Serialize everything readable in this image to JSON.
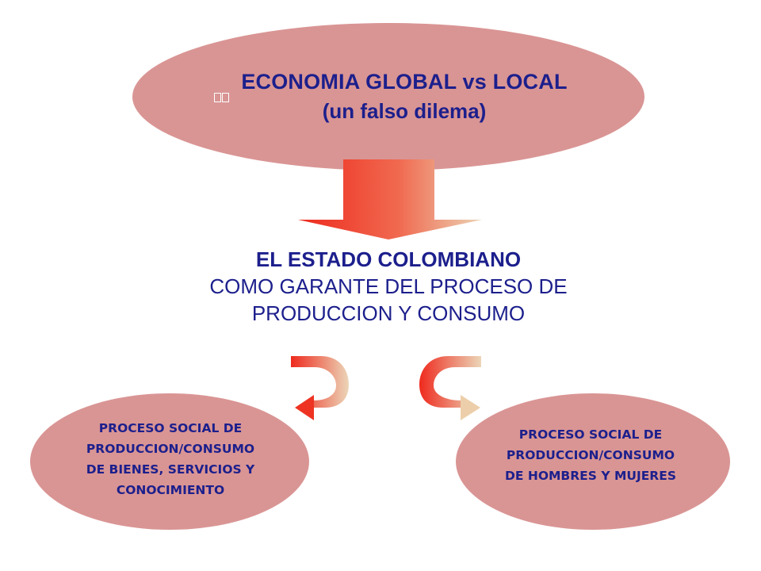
{
  "top_ellipse": {
    "title": "ECONOMIA GLOBAL vs LOCAL",
    "subtitle": "(un falso dilema)"
  },
  "center": {
    "title": "EL ESTADO COLOMBIANO",
    "line1": "COMO GARANTE DEL PROCESO DE",
    "line2": "PRODUCCION Y CONSUMO"
  },
  "bottom_left": {
    "line1": "PROCESO SOCIAL DE",
    "line2": "PRODUCCION/CONSUMO",
    "line3": "DE BIENES, SERVICIOS Y",
    "line4": "CONOCIMIENTO"
  },
  "bottom_right": {
    "line1": "PROCESO SOCIAL DE",
    "line2": "PRODUCCION/CONSUMO",
    "line3": "DE HOMBRES Y MUJERES"
  },
  "colors": {
    "ellipse_fill": "#d99594",
    "text": "#1c1f8c",
    "arrow_red": "#ee2a1e",
    "arrow_light": "#ecd0b0"
  }
}
